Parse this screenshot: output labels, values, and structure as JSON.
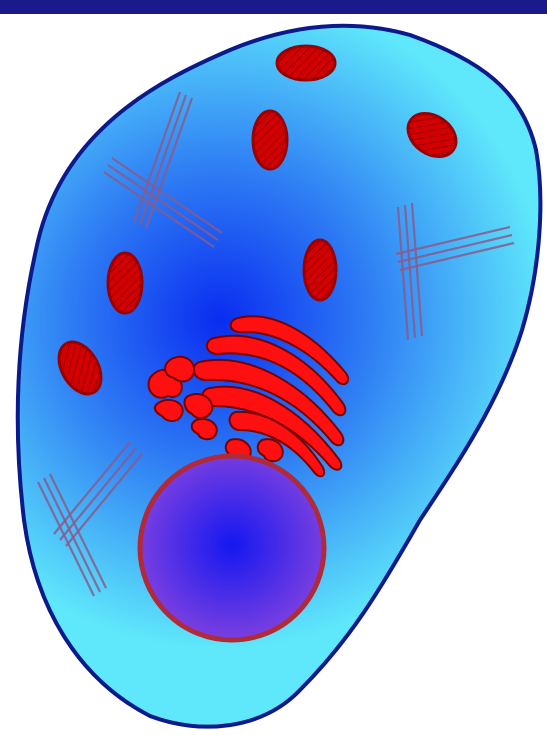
{
  "colors": {
    "top_bar": "#1a1a8c",
    "cell_membrane": "#0b1a8a",
    "cytoplasm_center": "#0a2cf0",
    "cytoplasm_mid": "#2e7cf4",
    "cytoplasm_edge": "#5fe8fb",
    "nucleus_center": "#1418f0",
    "nucleus_edge": "#7a3fe0",
    "nuclear_envelope": "#b12a3a",
    "organelle_fill": "#d40000",
    "organelle_dark": "#9a0000",
    "golgi_red": "#ff1010",
    "golgi_dark": "#7a0000",
    "cytoskeleton": "#8a5a8a"
  },
  "components": [
    "top-bar",
    "cell-membrane",
    "cytoplasm",
    "nucleus",
    "golgi-apparatus",
    "mitochondria",
    "cytoskeleton-filaments"
  ]
}
